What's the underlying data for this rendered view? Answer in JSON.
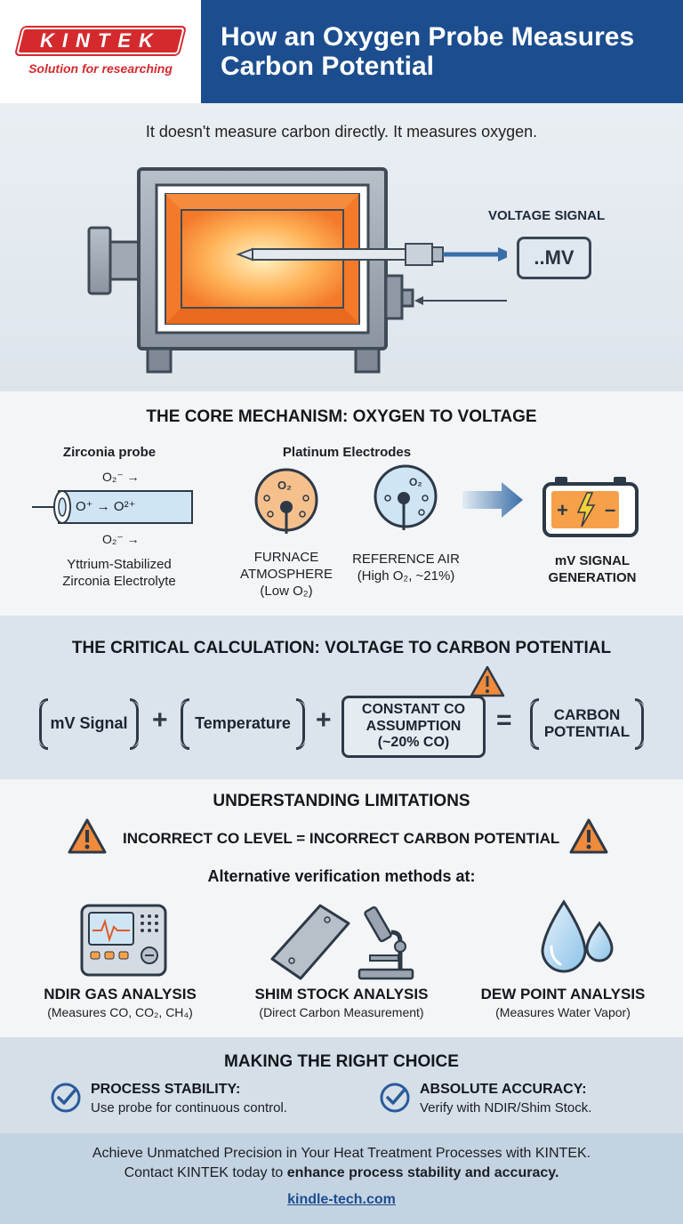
{
  "header": {
    "logo_text": "KINTEK",
    "logo_tagline": "Solution for researching",
    "title_line1": "How an Oxygen Probe Measures",
    "title_line2": "Carbon Potential"
  },
  "intro": {
    "subtitle": "It doesn't measure carbon directly. It measures oxygen.",
    "voltage_label": "VOLTAGE SIGNAL",
    "meter_value": "..MV"
  },
  "mechanism": {
    "title": "THE CORE MECHANISM: OXYGEN TO VOLTAGE",
    "probe_label": "Zirconia probe",
    "electrodes_label": "Platinum Electrodes",
    "ion_top": "O₂⁻ →",
    "ion_mid": "O⁺ → O²⁺",
    "ion_bottom": "O₂⁻ →",
    "electrolyte_line1": "Yttrium-Stabilized",
    "electrolyte_line2": "Zirconia Electrolyte",
    "furnace_line1": "FURNACE",
    "furnace_line2": "ATMOSPHERE",
    "furnace_line3": "(Low O₂)",
    "reference_line1": "REFERENCE AIR",
    "reference_line2": "(High O₂, ~21%)",
    "signal_line1": "mV SIGNAL",
    "signal_line2": "GENERATION",
    "o2_label": "O₂"
  },
  "calculation": {
    "title": "THE CRITICAL CALCULATION: VOLTAGE TO CARBON POTENTIAL",
    "term1": "mV Signal",
    "plus": "+",
    "term2": "Temperature",
    "term3_line1": "CONSTANT CO",
    "term3_line2": "ASSUMPTION",
    "term3_line3": "(~20% CO)",
    "equals": "=",
    "result_line1": "CARBON",
    "result_line2": "POTENTIAL"
  },
  "limitations": {
    "title": "UNDERSTANDING LIMITATIONS",
    "warning": "INCORRECT CO LEVEL = INCORRECT CARBON POTENTIAL",
    "alt_title": "Alternative verification methods at:",
    "methods": [
      {
        "title": "NDIR GAS ANALYSIS",
        "sub": "(Measures CO, CO₂, CH₄)"
      },
      {
        "title": "SHIM STOCK ANALYSIS",
        "sub": "(Direct Carbon Measurement)"
      },
      {
        "title": "DEW POINT ANALYSIS",
        "sub": "(Measures Water Vapor)"
      }
    ]
  },
  "choice": {
    "title": "MAKING THE RIGHT CHOICE",
    "items": [
      {
        "title": "PROCESS STABILITY:",
        "text": "Use probe for continuous control."
      },
      {
        "title": "ABSOLUTE ACCURACY:",
        "text": "Verify with NDIR/Shim Stock."
      }
    ]
  },
  "footer": {
    "line1": "Achieve Unmatched Precision in Your Heat Treatment Processes with KINTEK.",
    "line2_prefix": "Contact KINTEK today to ",
    "line2_bold": "enhance process stability and accuracy.",
    "link": "kindle-tech.com"
  },
  "colors": {
    "brand_red": "#d42a2e",
    "header_blue": "#1c4e8f",
    "warning_orange": "#f08a3c",
    "furnace_orange": "#f47a2a"
  }
}
